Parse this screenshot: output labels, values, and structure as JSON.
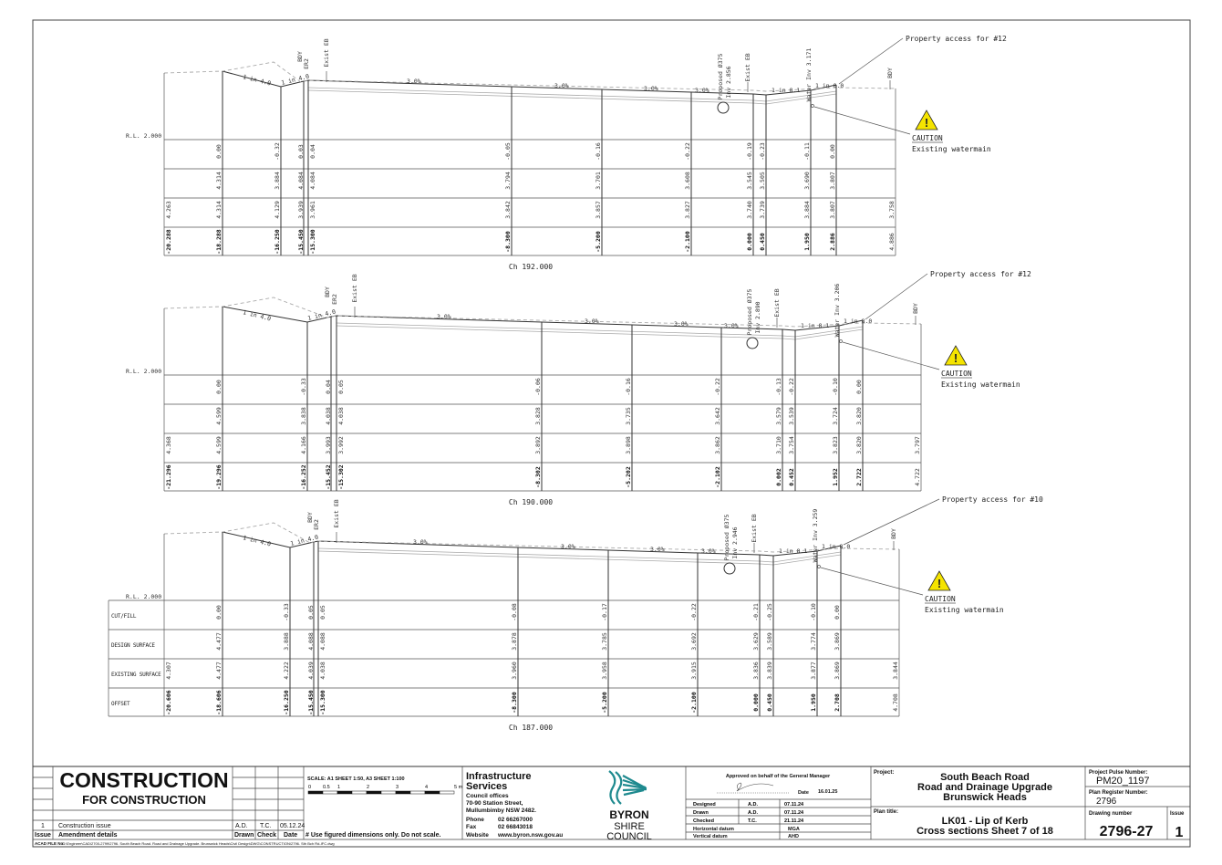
{
  "sections": [
    {
      "chainage": "Ch 192.000",
      "rl_label": "R.L. 2.000",
      "property_access": "Property access for #12",
      "caution": "CAUTION",
      "caution_note": "Existing watermain",
      "pipe_label": "Proposed Ø375",
      "pipe_inv": "Inv 2.856",
      "water_inv": "Water Inv 3.171",
      "columns": [
        {
          "cut_fill": "",
          "design": "",
          "existing": "4.263",
          "offset": "-20.288"
        },
        {
          "cut_fill": "0.00",
          "design": "4.314",
          "existing": "4.314",
          "offset": "-18.288"
        },
        {
          "cut_fill": "-0.32",
          "design": "3.884",
          "existing": "4.129",
          "offset": "-16.250"
        },
        {
          "cut_fill": "0.03",
          "design": "4.084",
          "existing": "3.939",
          "offset": "-15.450"
        },
        {
          "cut_fill": "0.04",
          "design": "4.084",
          "existing": "3.961",
          "offset": "-15.300"
        },
        {
          "cut_fill": "-0.05",
          "design": "3.794",
          "existing": "3.842",
          "offset": "-8.300"
        },
        {
          "cut_fill": "-0.16",
          "design": "3.701",
          "existing": "3.857",
          "offset": "-5.200"
        },
        {
          "cut_fill": "-0.22",
          "design": "3.608",
          "existing": "3.827",
          "offset": "-2.100"
        },
        {
          "cut_fill": "-0.19",
          "design": "3.545",
          "existing": "3.740",
          "offset": "0.000"
        },
        {
          "cut_fill": "-0.23",
          "design": "3.505",
          "existing": "3.739",
          "offset": "0.450"
        },
        {
          "cut_fill": "-0.11",
          "design": "3.690",
          "existing": "3.884",
          "offset": "1.950"
        },
        {
          "cut_fill": "0.00",
          "design": "3.807",
          "existing": "3.807",
          "offset": "2.886"
        },
        {
          "cut_fill": "",
          "design": "",
          "existing": "3.758",
          "offset": "4.886"
        }
      ]
    },
    {
      "chainage": "Ch 190.000",
      "rl_label": "R.L. 2.000",
      "property_access": "Property access for #12",
      "caution": "CAUTION",
      "caution_note": "Existing watermain",
      "pipe_label": "Proposed Ø375",
      "pipe_inv": "Inv 2.890",
      "water_inv": "Water Inv 3.206",
      "columns": [
        {
          "cut_fill": "",
          "design": "",
          "existing": "4.368",
          "offset": "-21.296"
        },
        {
          "cut_fill": "0.00",
          "design": "4.599",
          "existing": "4.599",
          "offset": "-19.296"
        },
        {
          "cut_fill": "-0.33",
          "design": "3.838",
          "existing": "4.166",
          "offset": "-16.252"
        },
        {
          "cut_fill": "0.04",
          "design": "4.038",
          "existing": "3.993",
          "offset": "-15.452"
        },
        {
          "cut_fill": "0.05",
          "design": "4.038",
          "existing": "3.992",
          "offset": "-15.302"
        },
        {
          "cut_fill": "-0.06",
          "design": "3.828",
          "existing": "3.892",
          "offset": "-8.302"
        },
        {
          "cut_fill": "-0.16",
          "design": "3.735",
          "existing": "3.898",
          "offset": "-5.202"
        },
        {
          "cut_fill": "-0.22",
          "design": "3.642",
          "existing": "3.862",
          "offset": "-2.102"
        },
        {
          "cut_fill": "-0.13",
          "design": "3.579",
          "existing": "3.710",
          "offset": "0.002"
        },
        {
          "cut_fill": "-0.22",
          "design": "3.539",
          "existing": "3.754",
          "offset": "0.452"
        },
        {
          "cut_fill": "-0.10",
          "design": "3.724",
          "existing": "3.823",
          "offset": "1.952"
        },
        {
          "cut_fill": "0.00",
          "design": "3.820",
          "existing": "3.820",
          "offset": "2.722"
        },
        {
          "cut_fill": "",
          "design": "",
          "existing": "3.797",
          "offset": "4.722"
        }
      ]
    },
    {
      "chainage": "Ch 187.000",
      "rl_label": "R.L. 2.000",
      "property_access": "Property access for #10",
      "caution": "CAUTION",
      "caution_note": "Existing watermain",
      "pipe_label": "Proposed Ø375",
      "pipe_inv": "Inv 2.946",
      "water_inv": "Water Inv 3.259",
      "columns": [
        {
          "cut_fill": "",
          "design": "",
          "existing": "4.307",
          "offset": "-20.606"
        },
        {
          "cut_fill": "0.00",
          "design": "4.477",
          "existing": "4.477",
          "offset": "-18.606"
        },
        {
          "cut_fill": "-0.33",
          "design": "3.888",
          "existing": "4.222",
          "offset": "-16.250"
        },
        {
          "cut_fill": "0.05",
          "design": "4.088",
          "existing": "4.039",
          "offset": "-15.450"
        },
        {
          "cut_fill": "0.05",
          "design": "4.088",
          "existing": "4.038",
          "offset": "-15.300"
        },
        {
          "cut_fill": "-0.08",
          "design": "3.878",
          "existing": "3.960",
          "offset": "-8.300"
        },
        {
          "cut_fill": "-0.17",
          "design": "3.785",
          "existing": "3.958",
          "offset": "-5.200"
        },
        {
          "cut_fill": "-0.22",
          "design": "3.692",
          "existing": "3.915",
          "offset": "-2.100"
        },
        {
          "cut_fill": "-0.21",
          "design": "3.629",
          "existing": "3.836",
          "offset": "0.000"
        },
        {
          "cut_fill": "-0.25",
          "design": "3.589",
          "existing": "3.839",
          "offset": "0.450"
        },
        {
          "cut_fill": "-0.10",
          "design": "3.774",
          "existing": "3.877",
          "offset": "1.950"
        },
        {
          "cut_fill": "0.00",
          "design": "3.869",
          "existing": "3.869",
          "offset": "2.708"
        },
        {
          "cut_fill": "",
          "design": "",
          "existing": "3.844",
          "offset": "4.708"
        }
      ]
    }
  ],
  "profile_labels": {
    "slope_1in4": "1 in 4.0",
    "slope_1in81": "1 in 8.1",
    "slope_1in80": "1 in 8.0",
    "crossfall": "3.0%",
    "bdy": "BDY",
    "er2": "ER2",
    "exist_eb": "Exist EB"
  },
  "row_labels": [
    "CUT/FILL",
    "DESIGN SURFACE",
    "EXISTING SURFACE",
    "OFFSET"
  ],
  "title_block": {
    "stamp_main": "CONSTRUCTION",
    "stamp_sub": "FOR CONSTRUCTION",
    "amendment": {
      "issue": "1",
      "details": "Construction issue",
      "drawn": "A.D.",
      "check": "T.C.",
      "date": "05.12.24"
    },
    "headers": {
      "issue": "Issue",
      "details": "Amendment details",
      "drawn": "Drawn",
      "check": "Check",
      "date": "Date"
    },
    "scale_label": "SCALE: A1 SHEET 1:50, A3 SHEET 1:100",
    "scale_ticks": [
      "0",
      "0.5",
      "1",
      "2",
      "3",
      "4",
      "5 m"
    ],
    "note": "# Use figured dimensions only. Do not scale.",
    "acad_label": "ACAD FILE No:",
    "acad_path": "G:\\Engineer\\CAD\\2700-2799\\2796. South Beach Road. Road and Drainage Upgrade. Brunswick Heads\\Civil Design\\DWG\\CONSTRUCTION\\2796. Sth Bch Rd-IFC.dwg",
    "infra_title_1": "Infrastructure",
    "infra_title_2": "Services",
    "office_1": "Council offices",
    "office_2": "70-90 Station Street,",
    "office_3": "Mullumbimby  NSW 2482.",
    "phone_label": "Phone",
    "phone": "02 66267000",
    "fax_label": "Fax",
    "fax": "02 66843018",
    "website_label": "Website",
    "website": "www.byron.nsw.gov.au",
    "logo_1": "BYRON",
    "logo_2": "SHIRE",
    "logo_3": "COUNCIL",
    "approved": "Approved on behalf of the General Manager",
    "approved_date_label": "Date",
    "approved_date": "16.01.25",
    "signoff": [
      {
        "role": "Designed",
        "who": "A.D.",
        "date": "07.11.24"
      },
      {
        "role": "Drawn",
        "who": "A.D.",
        "date": "07.11.24"
      },
      {
        "role": "Checked",
        "who": "T.C.",
        "date": "21.11.24"
      }
    ],
    "horizontal_datum_label": "Horizontal datum",
    "horizontal_datum": "MGA",
    "vertical_datum_label": "Vertical datum",
    "vertical_datum": "AHD",
    "project_label": "Project:",
    "project_1": "South Beach Road",
    "project_2": "Road and Drainage Upgrade",
    "project_3": "Brunswick Heads",
    "plan_title_label": "Plan title:",
    "plan_title_1": "LK01 - Lip of Kerb",
    "plan_title_2": "Cross sections Sheet 7 of 18",
    "pulse_label": "Project Pulse Number:",
    "pulse": "PM20_1197",
    "register_label": "Plan Register Number:",
    "register": "2796",
    "drawing_number_label": "Drawing number",
    "drawing_number": "2796-27",
    "issue_label": "Issue",
    "issue": "1"
  },
  "colors": {
    "logo_teal": "#1f8a8f",
    "logo_dark": "#0f5e6b",
    "caution_yellow": "#f5e400"
  }
}
